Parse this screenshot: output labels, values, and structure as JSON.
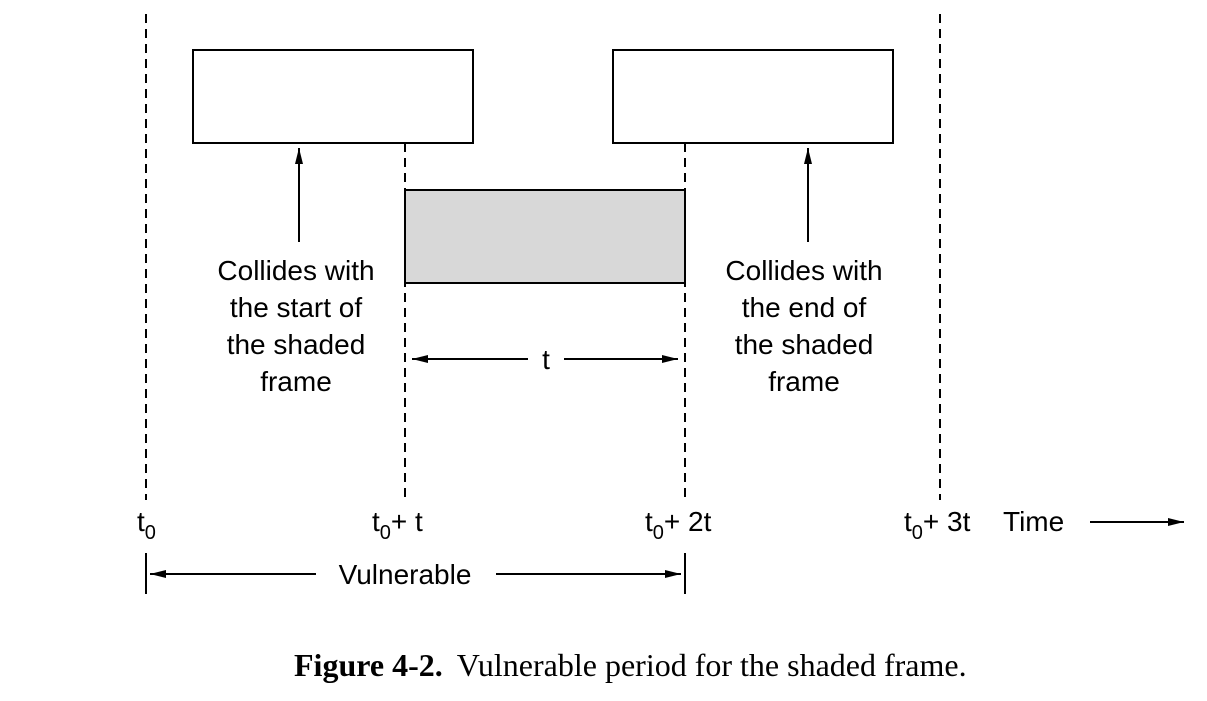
{
  "diagram": {
    "time_marks": {
      "t0_base": "t",
      "t0_sub": "0",
      "t1_base": "t",
      "t1_sub": "0",
      "t1_suffix": "+ t",
      "t2_base": "t",
      "t2_sub": "0",
      "t2_suffix": "+ 2t",
      "t3_base": "t",
      "t3_sub": "0",
      "t3_suffix": "+ 3t"
    },
    "time_axis_label": "Time",
    "left_annotation": {
      "line1": "Collides with",
      "line2": "the start of",
      "line3": "the shaded",
      "line4": "frame"
    },
    "right_annotation": {
      "line1": "Collides with",
      "line2": "the end of",
      "line3": "the shaded",
      "line4": "frame"
    },
    "frame_time_label": "t",
    "vulnerable_label": "Vulnerable",
    "shaded_frame_color": "#d8d8d8"
  },
  "caption": {
    "label": "Figure 4-2.",
    "text": "Vulnerable period for the shaded frame."
  }
}
